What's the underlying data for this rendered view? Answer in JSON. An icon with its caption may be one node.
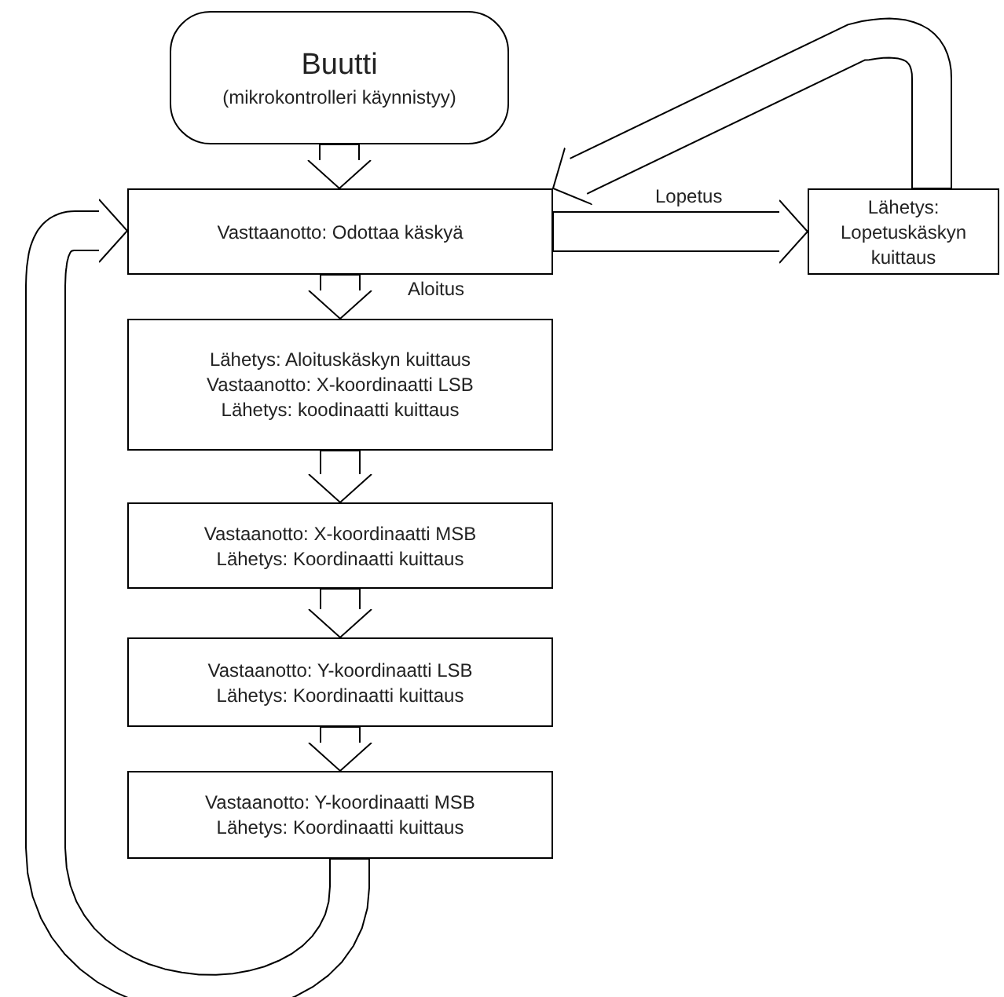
{
  "diagram": {
    "nodes": [
      {
        "text": [
          "Buutti",
          "(mikrokontrolleri käynnistyy)"
        ]
      },
      {
        "text": [
          "Vasttaanotto: Odottaa käskyä"
        ]
      },
      {
        "text": [
          "Lähetys: Aloituskäskyn kuittaus",
          "Vastaanotto: X-koordinaatti LSB",
          "Lähetys: koodinaatti kuittaus"
        ]
      },
      {
        "text": [
          "Vastaanotto: X-koordinaatti MSB",
          "Lähetys: Koordinaatti kuittaus"
        ]
      },
      {
        "text": [
          "Vastaanotto: Y-koordinaatti LSB",
          "Lähetys: Koordinaatti kuittaus"
        ]
      },
      {
        "text": [
          "Vastaanotto: Y-koordinaatti MSB",
          "Lähetys: Koordinaatti kuittaus"
        ]
      },
      {
        "text": [
          "Lähetys: Lopetuskäskyn kuittaus"
        ]
      }
    ],
    "edges": [
      {
        "from": 0,
        "to": 1,
        "arrow": "to"
      },
      {
        "from": 1,
        "to": 2,
        "arrow": "to",
        "label": "Aloitus"
      },
      {
        "from": 1,
        "to": 6,
        "arrow": "to",
        "label": "Lopetus"
      },
      {
        "from": 6,
        "to": 1,
        "arrow": "to"
      },
      {
        "from": 2,
        "to": 3,
        "arrow": "to"
      },
      {
        "from": 3,
        "to": 4,
        "arrow": "to"
      },
      {
        "from": 4,
        "to": 5,
        "arrow": "to"
      },
      {
        "from": 5,
        "to": 1,
        "arrow": "to"
      }
    ]
  }
}
